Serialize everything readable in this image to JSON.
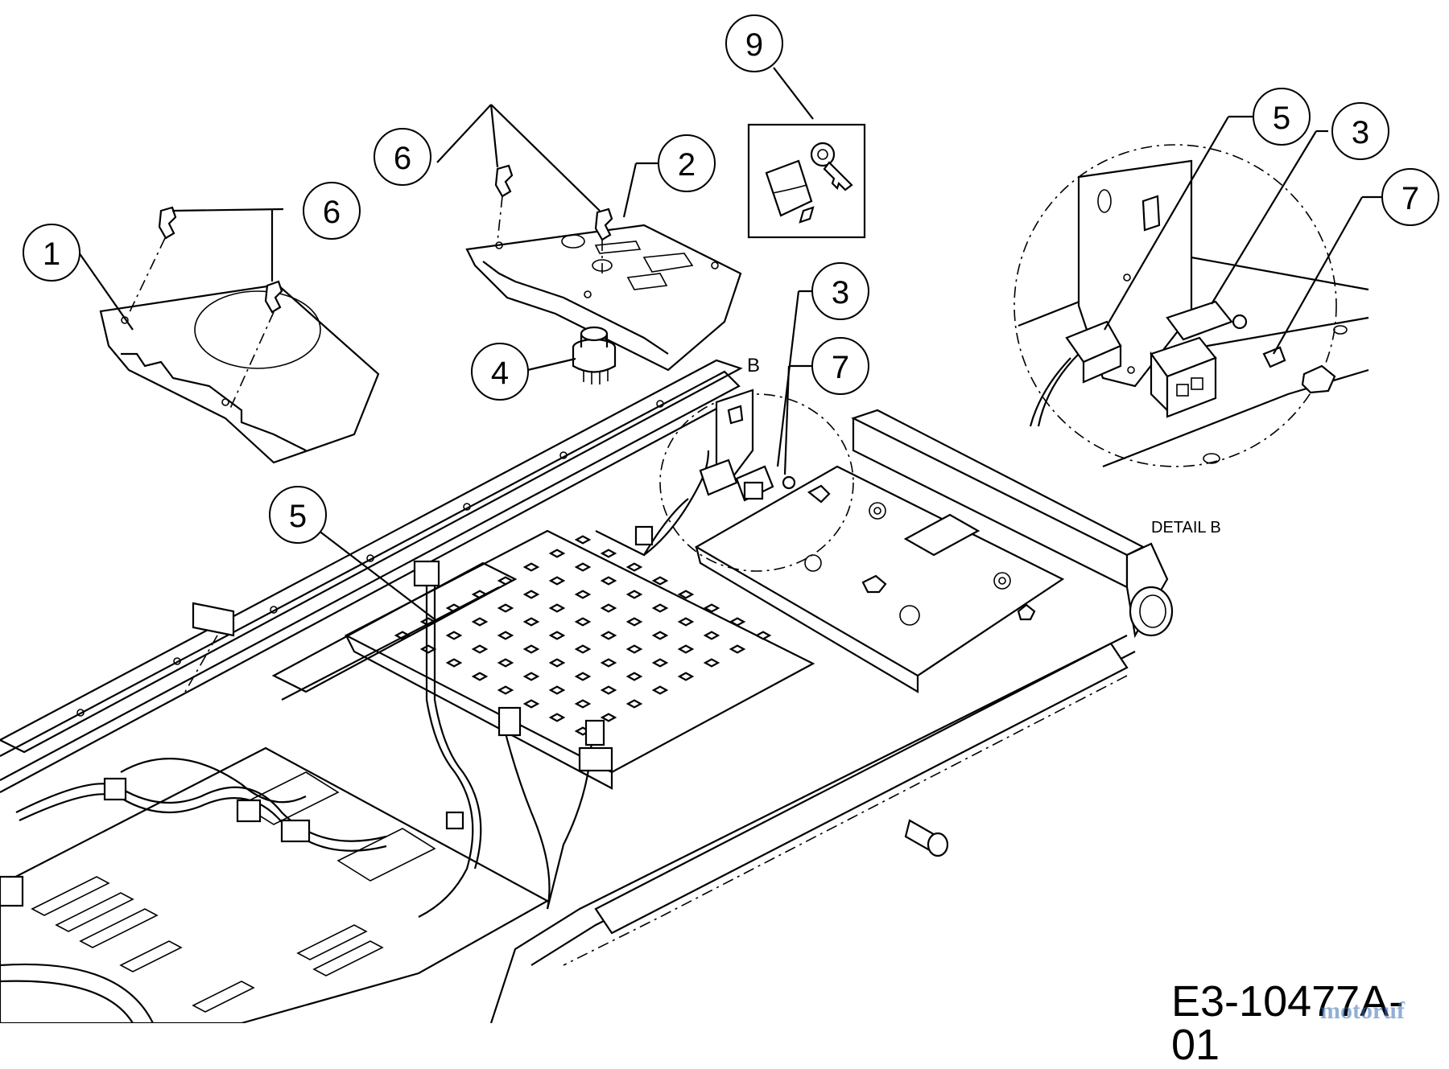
{
  "callouts": {
    "c1": "1",
    "c2": "2",
    "c3a": "3",
    "c3b": "3",
    "c4": "4",
    "c5a": "5",
    "c5b": "5",
    "c6a": "6",
    "c6b": "6",
    "c7a": "7",
    "c7b": "7",
    "c9": "9"
  },
  "detail_marker": "B",
  "detail_caption": "DETAIL B",
  "diagram_code": "E3-10477A-01",
  "watermark": "motoruf",
  "colors": {
    "line": "#000000",
    "background": "#ffffff",
    "watermark": "#3a6fb4"
  }
}
